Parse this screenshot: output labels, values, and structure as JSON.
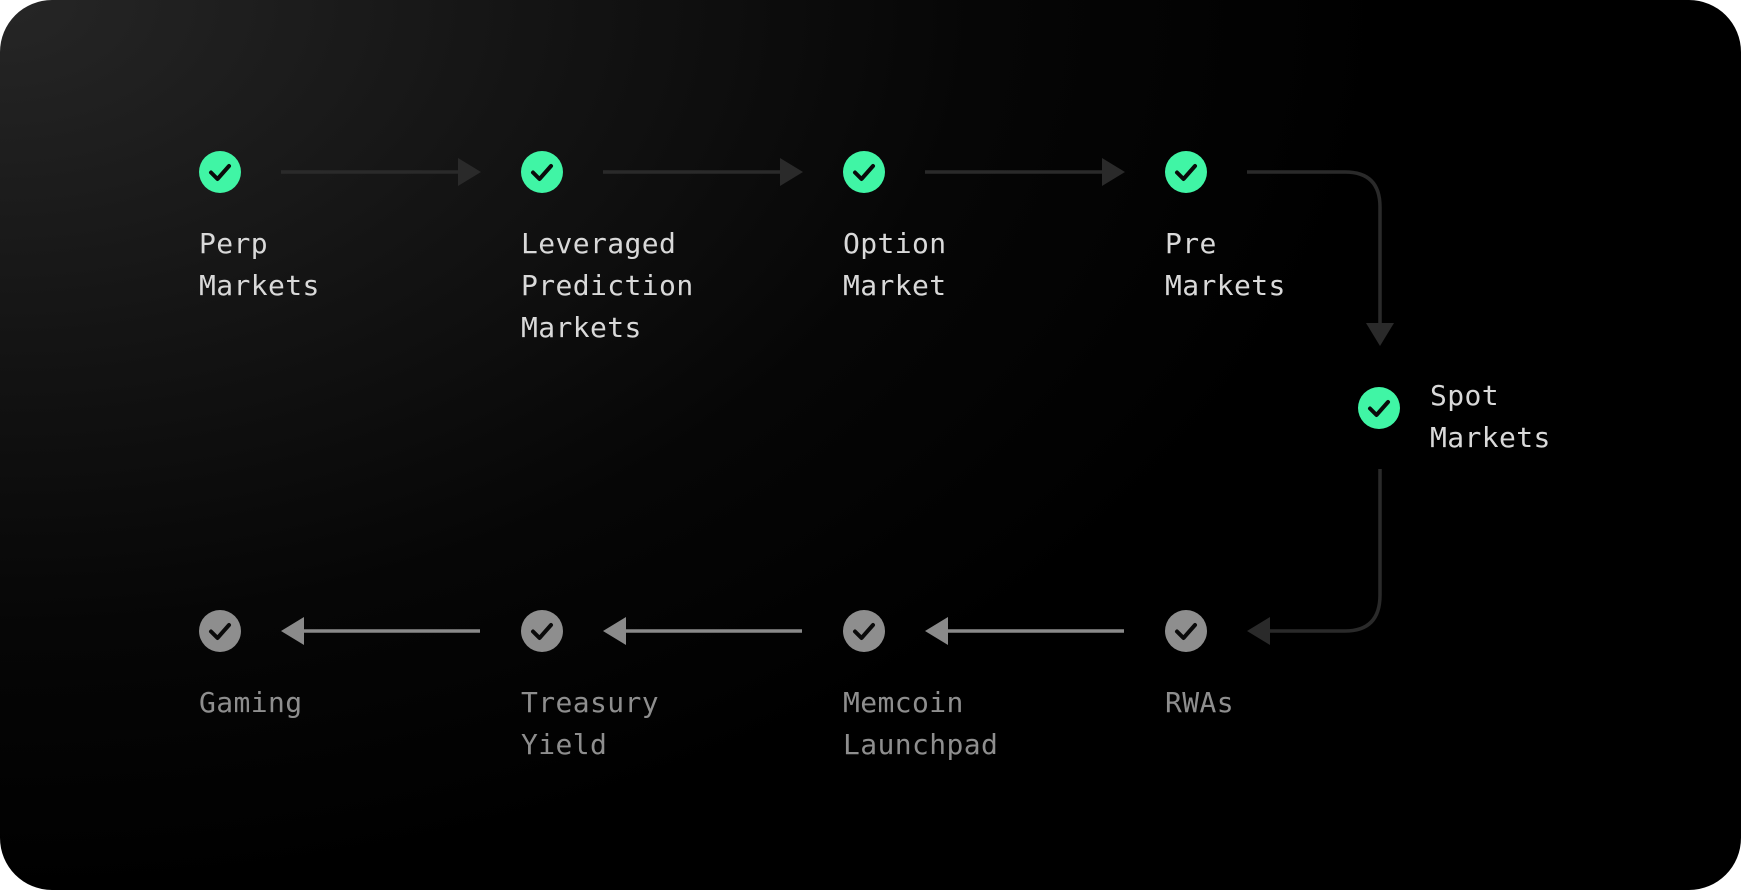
{
  "colors": {
    "done": "#40f5a5",
    "todo": "#8e8e8e",
    "done_connector": "#2a2a2a",
    "todo_connector": "#8a8a8a",
    "checkmark": "#0a0a0a"
  },
  "icon": "check-circle-icon",
  "steps": [
    {
      "id": "perp",
      "status": "done",
      "label": [
        "Perp",
        "Markets"
      ]
    },
    {
      "id": "leveraged",
      "status": "done",
      "label": [
        "Leveraged",
        "Prediction",
        "Markets"
      ]
    },
    {
      "id": "option",
      "status": "done",
      "label": [
        "Option",
        "Market"
      ]
    },
    {
      "id": "pre",
      "status": "done",
      "label": [
        "Pre",
        "Markets"
      ]
    },
    {
      "id": "spot",
      "status": "done",
      "label": [
        "Spot",
        "Markets"
      ]
    },
    {
      "id": "rwas",
      "status": "todo",
      "label": [
        "RWAs"
      ]
    },
    {
      "id": "memcoin",
      "status": "todo",
      "label": [
        "Memcoin",
        "Launchpad"
      ]
    },
    {
      "id": "treasury",
      "status": "todo",
      "label": [
        "Treasury",
        "Yield"
      ]
    },
    {
      "id": "gaming",
      "status": "todo",
      "label": [
        "Gaming"
      ]
    }
  ],
  "edges": [
    {
      "from": "perp",
      "to": "leveraged",
      "status": "done"
    },
    {
      "from": "leveraged",
      "to": "option",
      "status": "done"
    },
    {
      "from": "option",
      "to": "pre",
      "status": "done"
    },
    {
      "from": "pre",
      "to": "spot",
      "status": "done"
    },
    {
      "from": "spot",
      "to": "rwas",
      "status": "done"
    },
    {
      "from": "rwas",
      "to": "memcoin",
      "status": "todo"
    },
    {
      "from": "memcoin",
      "to": "treasury",
      "status": "todo"
    },
    {
      "from": "treasury",
      "to": "gaming",
      "status": "todo"
    }
  ]
}
